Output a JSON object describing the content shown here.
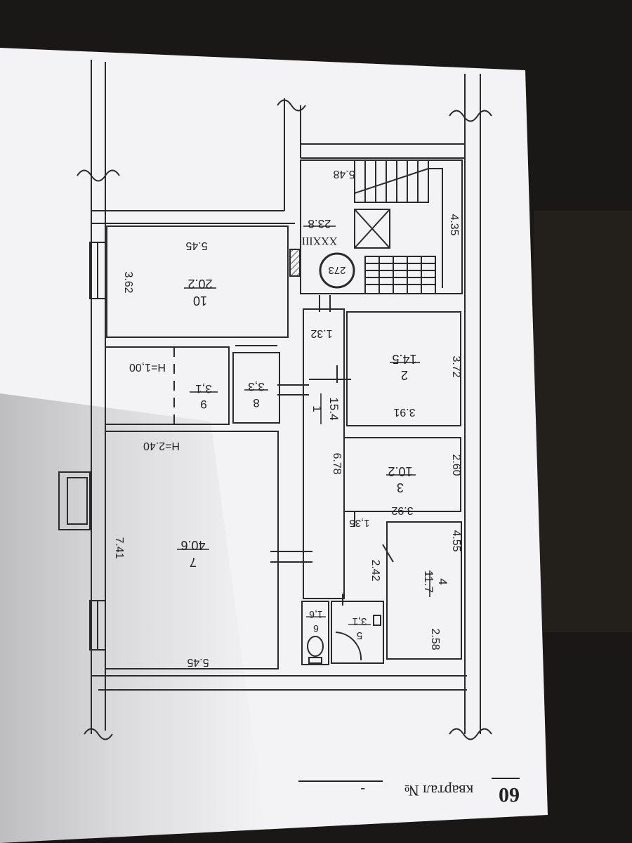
{
  "plan": {
    "stair_block": {
      "number": "XXXIII",
      "area": "23.8",
      "width": "5.48",
      "height": "4.35",
      "circle_label": "273"
    },
    "rooms": [
      {
        "id": "r10",
        "number": "10",
        "area": "20.2",
        "dims": [
          "5.45",
          "3.62"
        ]
      },
      {
        "id": "r2",
        "number": "2",
        "area": "14.5",
        "dims": [
          "3.91",
          "3.72"
        ]
      },
      {
        "id": "r1",
        "number": "1",
        "area": "15.4",
        "dims": [
          "6.78",
          "1.32"
        ]
      },
      {
        "id": "r9",
        "number": "9",
        "area": "3,1",
        "height_note": "H=1,00"
      },
      {
        "id": "r8",
        "number": "8",
        "area": "3,3"
      },
      {
        "id": "r3",
        "number": "3",
        "area": "10.2",
        "dims": [
          "3.92",
          "2.60"
        ]
      },
      {
        "id": "r7",
        "number": "7",
        "area": "40.6",
        "dims": [
          "5.45",
          "7.41"
        ],
        "height_note": "H=2.40"
      },
      {
        "id": "r4",
        "number": "4",
        "area": "11.7",
        "dims": [
          "2.58",
          "4.55"
        ]
      },
      {
        "id": "r5",
        "number": "5",
        "area": "3,1"
      },
      {
        "id": "r6",
        "number": "6",
        "area": "1,6"
      }
    ],
    "extra_dims": [
      "1,35",
      "2.42"
    ]
  },
  "footer": {
    "label": "квартал №",
    "value": "-",
    "number": "60"
  },
  "colors": {
    "paper": "#f3f3f6",
    "ink": "#2a2a2a",
    "background": "#1a1816"
  }
}
